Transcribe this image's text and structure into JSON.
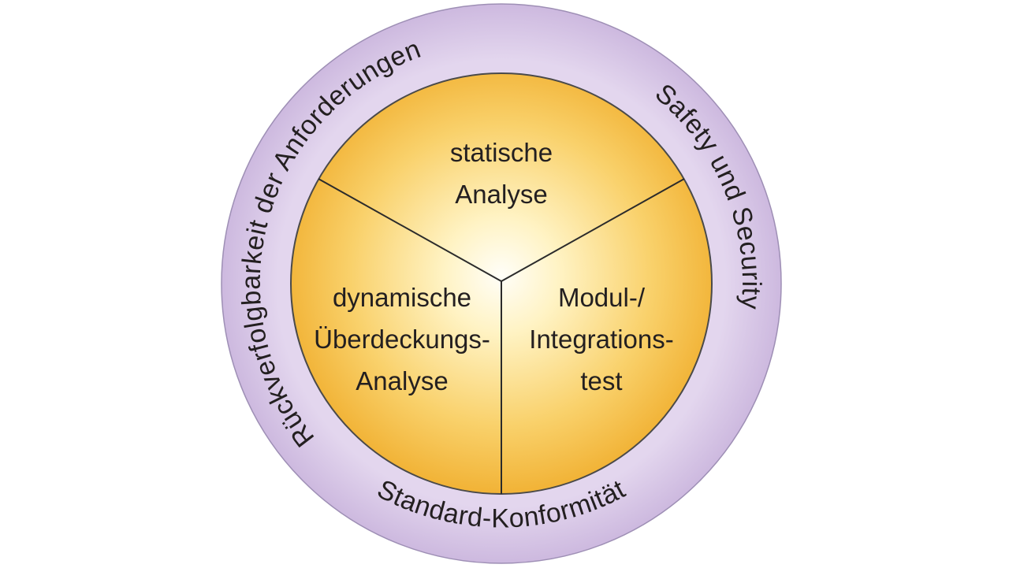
{
  "diagram": {
    "ring_labels": {
      "left": "Rückverfolgbarkeit der Anforderungen",
      "right": "Safety und Security",
      "bottom": "Standard-Konformität"
    },
    "segments": {
      "top": {
        "line1": "statische",
        "line2": "Analyse"
      },
      "left": {
        "line1": "dynamische",
        "line2": "Überdeckungs-",
        "line3": "Analyse"
      },
      "right": {
        "line1": "Modul-/",
        "line2": "Integrations-",
        "line3": "test"
      }
    },
    "colors": {
      "ring_fill": "#d9c8e6",
      "ring_stroke": "#8a7aa0",
      "inner_light": "#fffdf5",
      "inner_mid": "#fbe08a",
      "inner_dark": "#f2b232",
      "divider": "#2b2b2b"
    }
  }
}
